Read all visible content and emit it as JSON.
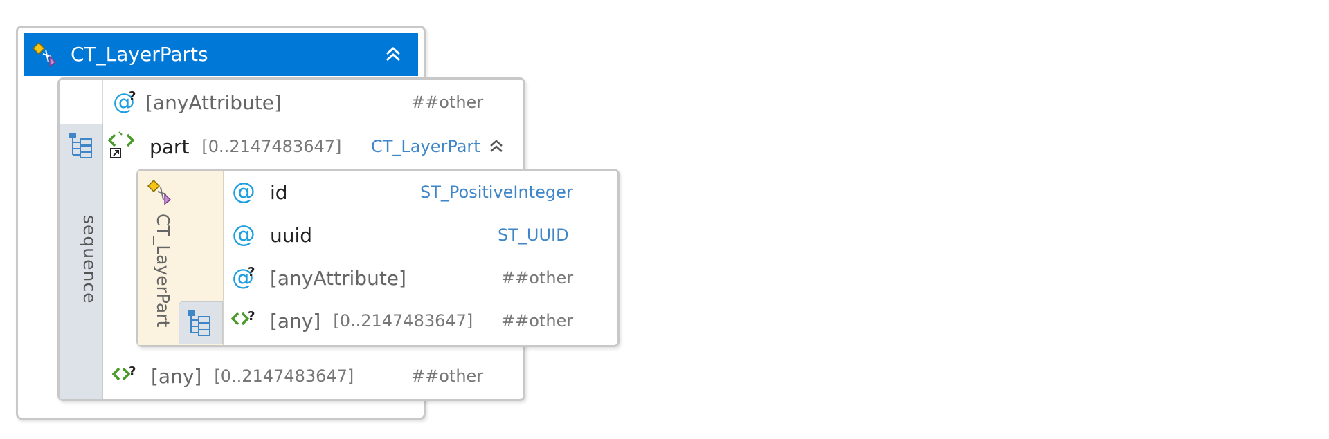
{
  "outer": {
    "title": "CT_LayerParts"
  },
  "sequence": {
    "label": "sequence"
  },
  "rows": {
    "any_attribute": {
      "name": "[anyAttribute]",
      "type": "##other"
    },
    "part": {
      "name": "part",
      "multiplicity": "[0..2147483647]",
      "type": "CT_LayerPart"
    },
    "any": {
      "name": "[any]",
      "multiplicity": "[0..2147483647]",
      "type": "##other"
    }
  },
  "inner": {
    "title": "CT_LayerPart",
    "rows": {
      "id": {
        "name": "id",
        "type": "ST_PositiveInteger"
      },
      "uuid": {
        "name": "uuid",
        "type": "ST_UUID"
      },
      "any_attribute": {
        "name": "[anyAttribute]",
        "type": "##other"
      },
      "any": {
        "name": "[any]",
        "multiplicity": "[0..2147483647]",
        "type": "##other"
      }
    }
  },
  "colors": {
    "header_blue": "#0078d7",
    "type_blue": "#3e86c7",
    "attribute_icon_blue": "#1e9fe0",
    "element_icon_green": "#4a9a2a",
    "sequence_rail": "#dde2e9",
    "complex_type_rail": "#fbf3e0"
  },
  "icons": {
    "complex_type": "complex-type-icon",
    "collapse": "double-chevron-up-icon",
    "sequence": "sequence-icon",
    "attribute": "attribute-icon",
    "any_attribute": "any-attribute-icon",
    "element_ref": "element-reference-icon",
    "any_element": "any-element-icon"
  }
}
